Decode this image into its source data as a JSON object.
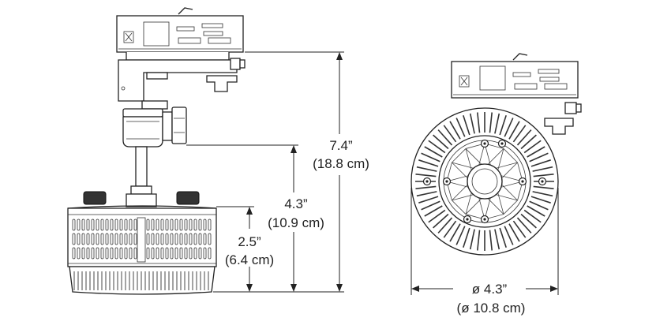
{
  "dimensions": {
    "overall_height": {
      "imperial": "7.4”",
      "metric": "(18.8 cm)"
    },
    "lamp_height": {
      "imperial": "4.3”",
      "metric": "(10.9 cm)"
    },
    "head_height": {
      "imperial": "2.5”",
      "metric": "(6.4 cm)"
    },
    "diameter": {
      "imperial": "ø 4.3”",
      "metric": "(ø 10.8 cm)"
    }
  },
  "colors": {
    "line": "#222222",
    "fill": "#ffffff",
    "shade": "#d8d8d8"
  }
}
